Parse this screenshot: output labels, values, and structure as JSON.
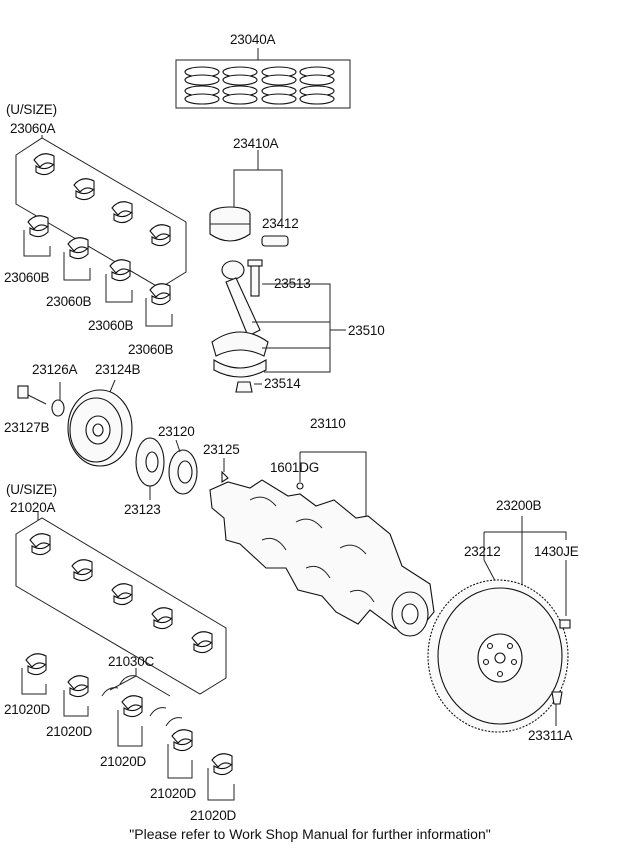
{
  "labels": {
    "l23040A": "23040A",
    "usize1": "(U/SIZE)",
    "l23060A": "23060A",
    "l23410A": "23410A",
    "l23412": "23412",
    "l23060B_1": "23060B",
    "l23060B_2": "23060B",
    "l23060B_3": "23060B",
    "l23060B_4": "23060B",
    "l23513": "23513",
    "l23510": "23510",
    "l23514": "23514",
    "l23126A": "23126A",
    "l23124B": "23124B",
    "l23127B": "23127B",
    "l23120": "23120",
    "l23125": "23125",
    "l23123": "23123",
    "l23110": "23110",
    "l1601DG": "1601DG",
    "usize2": "(U/SIZE)",
    "l21020A": "21020A",
    "l23200B": "23200B",
    "l23212": "23212",
    "l1430JE": "1430JE",
    "l21030C": "21030C",
    "l21020D_1": "21020D",
    "l21020D_2": "21020D",
    "l21020D_3": "21020D",
    "l21020D_4": "21020D",
    "l21020D_5": "21020D",
    "l23311A": "23311A"
  },
  "footer": "\"Please refer to Work Shop Manual for further information\""
}
